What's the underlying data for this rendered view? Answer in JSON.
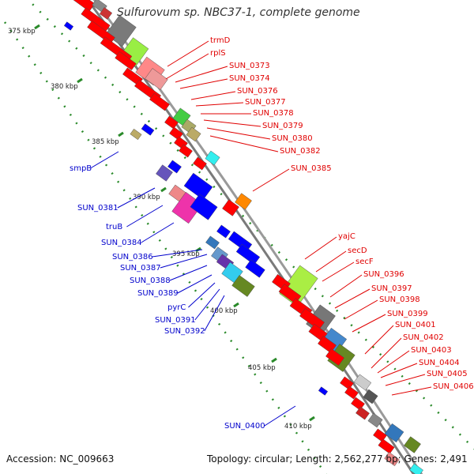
{
  "title": "Sulfurovum sp. NBC37-1, complete genome",
  "accession": "Accession: NC_009663",
  "summary": "Topology: circular; Length: 2,562,277 bp; Genes: 2,491",
  "colors": {
    "forward_label": "#e00000",
    "reverse_label": "#0000cc",
    "backbone": "#8c8c8c",
    "tick": "#2a8a2a",
    "gene_red": "#ff0000",
    "gene_blue": "#0000ff"
  },
  "kbp_ticks": [
    "375 kbp",
    "380 kbp",
    "385 kbp",
    "390 kbp",
    "395 kbp",
    "400 kbp",
    "405 kbp",
    "410 kbp"
  ],
  "forward_labels": [
    "trmD",
    "rplS",
    "SUN_0373",
    "SUN_0374",
    "SUN_0376",
    "SUN_0377",
    "SUN_0378",
    "SUN_0379",
    "SUN_0380",
    "SUN_0382",
    "SUN_0385",
    "yajC",
    "secD",
    "secF",
    "SUN_0396",
    "SUN_0397",
    "SUN_0398",
    "SUN_0399",
    "SUN_0401",
    "SUN_0402",
    "SUN_0403",
    "SUN_0404",
    "SUN_0405",
    "SUN_0406"
  ],
  "reverse_labels": [
    "smpB",
    "SUN_0381",
    "truB",
    "SUN_0384",
    "SUN_0386",
    "SUN_0387",
    "SUN_0388",
    "SUN_0389",
    "pyrC",
    "SUN_0391",
    "SUN_0392",
    "SUN_0400"
  ]
}
